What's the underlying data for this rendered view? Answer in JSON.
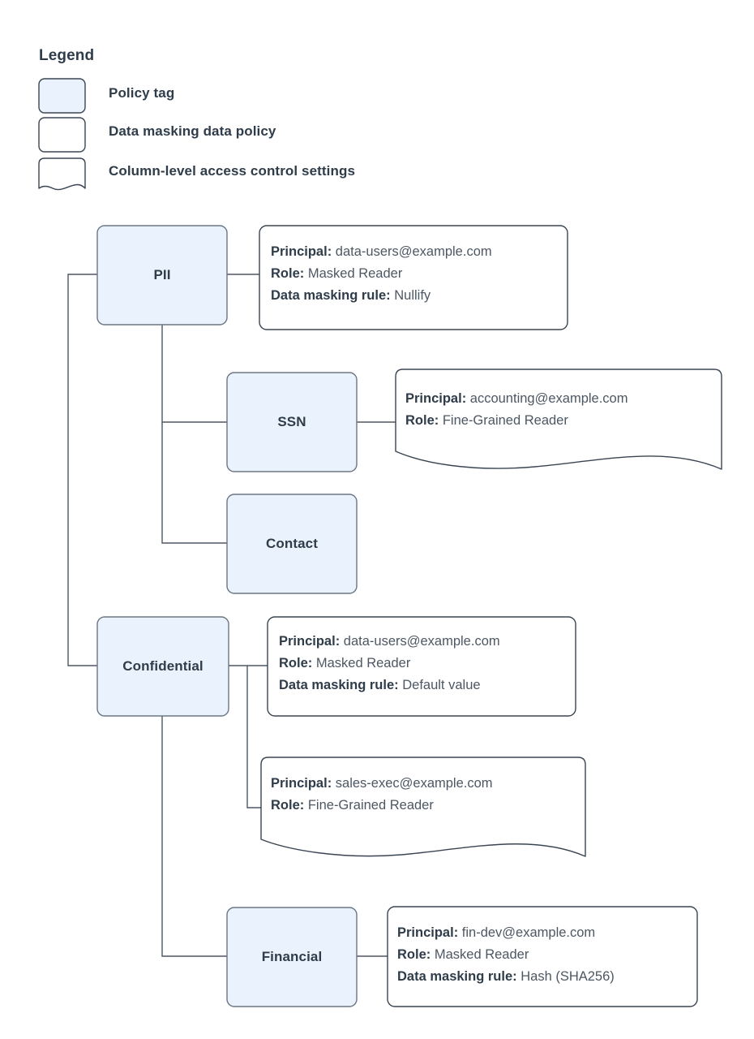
{
  "legend": {
    "title": "Legend",
    "items": [
      {
        "shape": "filled-rounded-rect",
        "label": "Policy tag"
      },
      {
        "shape": "rounded-rect",
        "label": "Data masking data policy"
      },
      {
        "shape": "wavy-bottom-rect",
        "label": "Column-level access control settings"
      }
    ]
  },
  "colors": {
    "policy_tag_fill": "#eaf2fd",
    "policy_tag_stroke": "#6b7684",
    "card_fill": "#ffffff",
    "card_stroke": "#3a4552",
    "connector": "#4d5763",
    "label_text": "#2f3c49",
    "value_text": "#4d5763"
  },
  "labels": {
    "principal": "Principal:",
    "role": "Role:",
    "masking_rule": "Data masking rule:"
  },
  "nodes": [
    {
      "id": "pii",
      "label": "PII"
    },
    {
      "id": "ssn",
      "label": "SSN"
    },
    {
      "id": "contact",
      "label": "Contact"
    },
    {
      "id": "confidential",
      "label": "Confidential"
    },
    {
      "id": "financial",
      "label": "Financial"
    }
  ],
  "cards": [
    {
      "id": "pii-masking-policy",
      "type": "data-masking-data-policy",
      "parent": "pii",
      "principal": "data-users@example.com",
      "role": "Masked Reader",
      "masking_rule": "Nullify"
    },
    {
      "id": "ssn-column-access",
      "type": "column-level-access-control-settings",
      "parent": "ssn",
      "principal": "accounting@example.com",
      "role": "Fine-Grained Reader",
      "masking_rule": null
    },
    {
      "id": "confidential-masking-policy",
      "type": "data-masking-data-policy",
      "parent": "confidential",
      "principal": "data-users@example.com",
      "role": "Masked Reader",
      "masking_rule": "Default value"
    },
    {
      "id": "confidential-column-access",
      "type": "column-level-access-control-settings",
      "parent": "confidential",
      "principal": "sales-exec@example.com",
      "role": "Fine-Grained Reader",
      "masking_rule": null
    },
    {
      "id": "financial-masking-policy",
      "type": "data-masking-data-policy",
      "parent": "financial",
      "principal": "fin-dev@example.com",
      "role": "Masked Reader",
      "masking_rule": "Hash (SHA256)"
    }
  ]
}
